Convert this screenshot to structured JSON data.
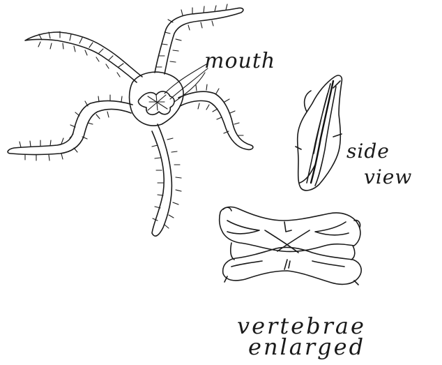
{
  "labels": {
    "mouth": "mouth",
    "side": "side",
    "view": "view",
    "vertebrae": "vertebrae",
    "enlarged": "enlarged"
  },
  "colors": {
    "ink": "#1a1a1a",
    "paper": "#ffffff"
  }
}
